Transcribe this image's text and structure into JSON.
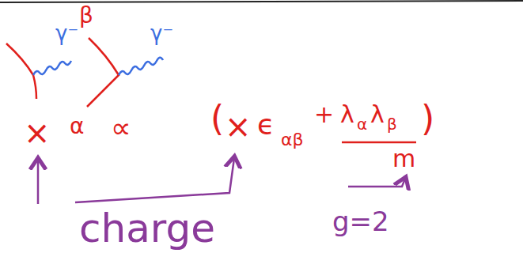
{
  "diagram": {
    "labels": [
      "γ⁻",
      "×",
      "β",
      "γ⁻",
      "α",
      "∝",
      "(",
      "×",
      "ϵ",
      "αβ",
      "+",
      "λ",
      "α",
      "λ",
      "β",
      "m",
      ")",
      "charge",
      "g=2"
    ]
  }
}
